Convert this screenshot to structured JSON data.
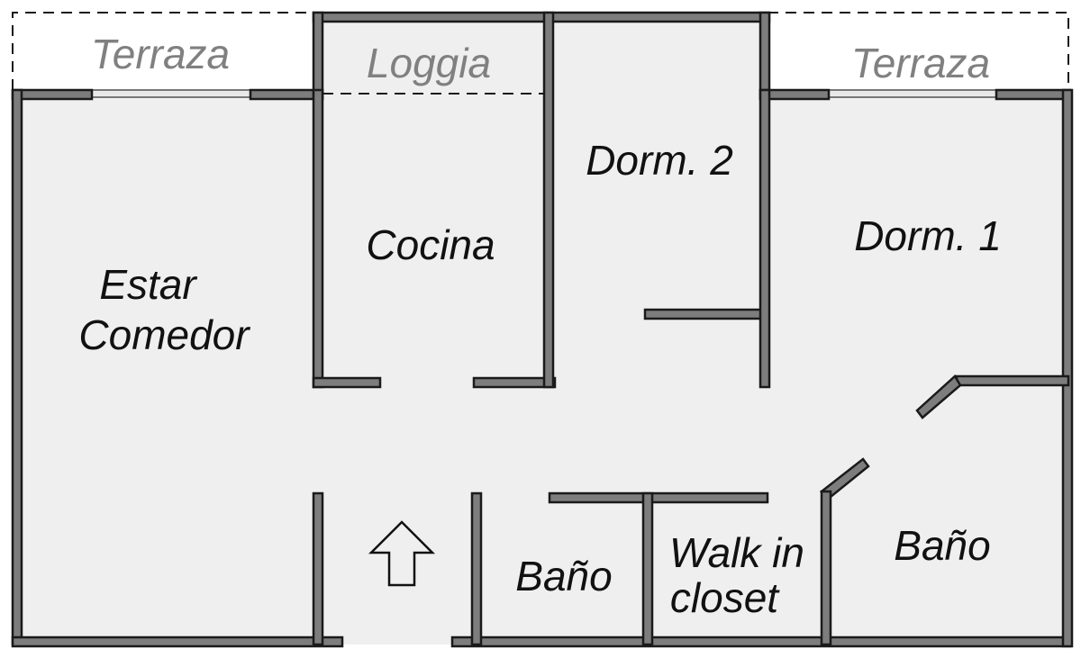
{
  "outdoor": {
    "terrace_left": "Terraza",
    "loggia": "Loggia",
    "terrace_right": "Terraza"
  },
  "rooms": {
    "living_line1": "Estar",
    "living_line2": "Comedor",
    "kitchen": "Cocina",
    "bedroom2": "Dorm. 2",
    "bedroom1": "Dorm. 1",
    "bathroom_small": "Baño",
    "walkin_line1": "Walk in",
    "walkin_line2": "closet",
    "bathroom_master": "Baño"
  },
  "colors": {
    "wall_fill": "#7d7d7d",
    "floor": "#efefef",
    "outdoor": "#ffffff",
    "label": "#111111",
    "outdoor_label": "#808080"
  },
  "icons": [
    "entrance-arrow-icon"
  ]
}
